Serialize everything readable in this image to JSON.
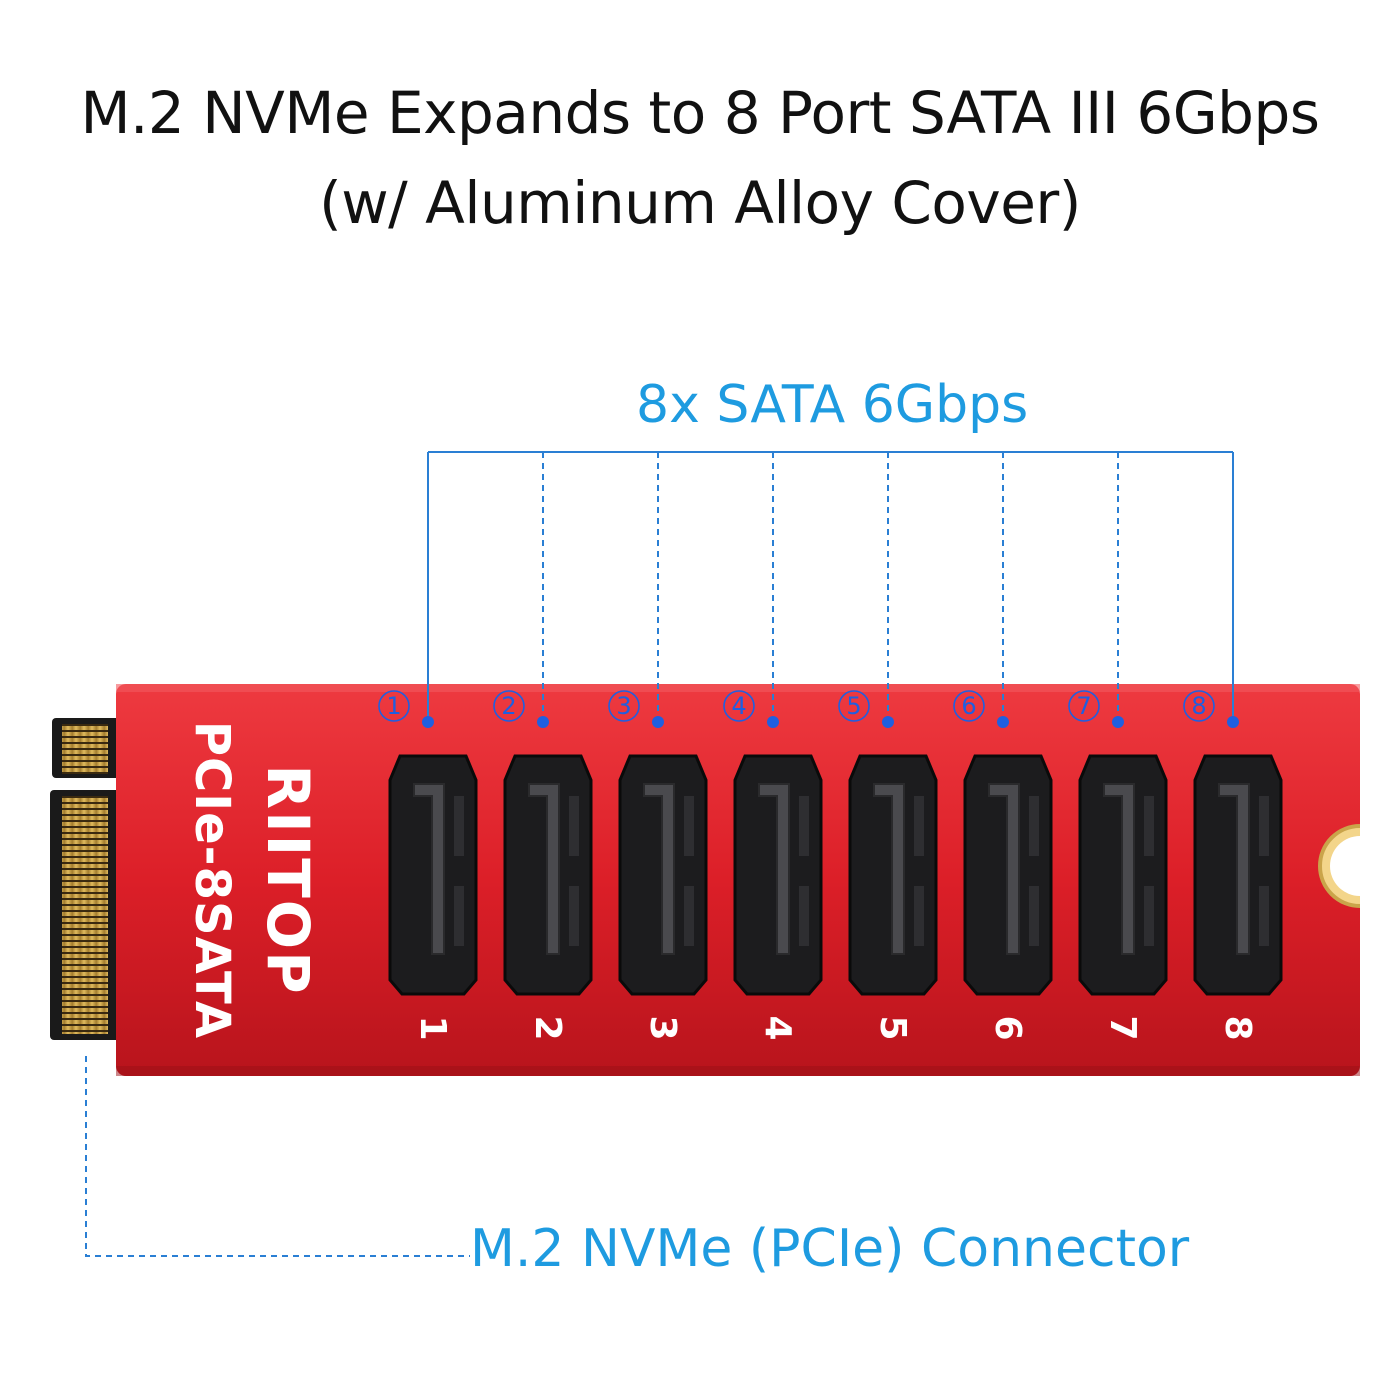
{
  "title": {
    "line1": "M.2 NVMe Expands to 8 Port SATA III 6Gbps",
    "line2": "(w/ Aluminum Alloy Cover)"
  },
  "callouts": {
    "sata": "8x SATA 6Gbps",
    "connector": "M.2 NVMe (PCIe) Connector"
  },
  "card": {
    "brand": "RIITOP",
    "model": "PCIe-8SATA",
    "body_color": "#e0232c",
    "port_color": "#1c1c1e"
  },
  "ports": [
    {
      "badge": "1",
      "label": "1"
    },
    {
      "badge": "2",
      "label": "2"
    },
    {
      "badge": "3",
      "label": "3"
    },
    {
      "badge": "4",
      "label": "4"
    },
    {
      "badge": "5",
      "label": "5"
    },
    {
      "badge": "6",
      "label": "6"
    },
    {
      "badge": "7",
      "label": "7"
    },
    {
      "badge": "8",
      "label": "8"
    }
  ],
  "colors": {
    "callout": "#1e9be0",
    "leader_line": "#2a7fd4",
    "badge": "#1f5fe0",
    "gold_contacts": "#c9a24a"
  }
}
